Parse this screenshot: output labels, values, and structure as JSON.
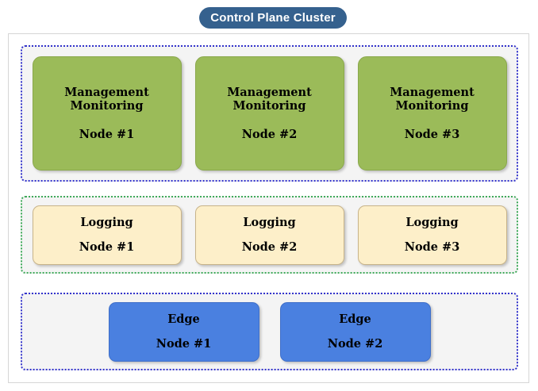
{
  "diagram": {
    "title": "Control Plane Cluster",
    "groups": [
      {
        "id": "management",
        "border_style": "dotted",
        "border_color": "#3333cc",
        "fill_color": "#f4f4f4",
        "nodes": [
          {
            "title": "Management\nMonitoring",
            "sub": "Node #1",
            "color": "#9bbb59"
          },
          {
            "title": "Management\nMonitoring",
            "sub": "Node #2",
            "color": "#9bbb59"
          },
          {
            "title": "Management\nMonitoring",
            "sub": "Node #3",
            "color": "#9bbb59"
          }
        ]
      },
      {
        "id": "logging",
        "border_style": "dotted",
        "border_color": "#3faa5a",
        "fill_color": "#f4f4f4",
        "nodes": [
          {
            "title": "Logging",
            "sub": "Node #1",
            "color": "#fdefc9"
          },
          {
            "title": "Logging",
            "sub": "Node #2",
            "color": "#fdefc9"
          },
          {
            "title": "Logging",
            "sub": "Node #3",
            "color": "#fdefc9"
          }
        ]
      },
      {
        "id": "edge",
        "border_style": "dotted",
        "border_color": "#3333cc",
        "fill_color": "#f4f4f4",
        "nodes": [
          {
            "title": "Edge",
            "sub": "Node #1",
            "color": "#4a80e0"
          },
          {
            "title": "Edge",
            "sub": "Node #2",
            "color": "#4a80e0"
          }
        ]
      }
    ],
    "colors": {
      "title_badge": "#35618e",
      "title_text": "#ffffff",
      "panel_background": "#ffffff",
      "panel_border": "#d6d6d6",
      "management_node": "#9bbb59",
      "logging_node": "#fdefc9",
      "edge_node": "#4a80e0"
    }
  }
}
